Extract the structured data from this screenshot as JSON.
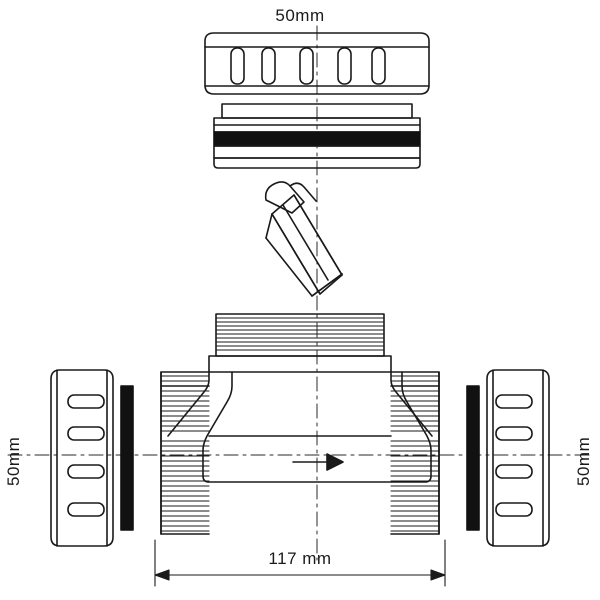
{
  "diagram": {
    "title": "",
    "type": "technical-line-drawing",
    "subject": "in-line non-return valve, exploded assembly view",
    "stroke_color": "#1a1a1a",
    "background_color": "#ffffff",
    "centerline_style": "dash-dot",
    "dimensions": {
      "top": {
        "label": "50mm",
        "orientation": "horizontal",
        "position": "above top cap"
      },
      "left": {
        "label": "50mm",
        "orientation": "vertical",
        "position": "left inlet"
      },
      "right": {
        "label": "50mm",
        "orientation": "vertical",
        "position": "right outlet"
      },
      "bottom": {
        "label": "117 mm",
        "orientation": "horizontal",
        "position": "overall body length, with arrowheads"
      }
    },
    "parts": [
      {
        "name": "top-cap-nut",
        "note": ""
      },
      {
        "name": "sealing-washer",
        "note": ""
      },
      {
        "name": "flap-valve-assembly",
        "note": ""
      },
      {
        "name": "valve-body",
        "note": ""
      },
      {
        "name": "left-coupling-nut",
        "note": ""
      },
      {
        "name": "right-coupling-nut",
        "note": ""
      },
      {
        "name": "flow-direction-arrow",
        "note": ""
      }
    ]
  }
}
